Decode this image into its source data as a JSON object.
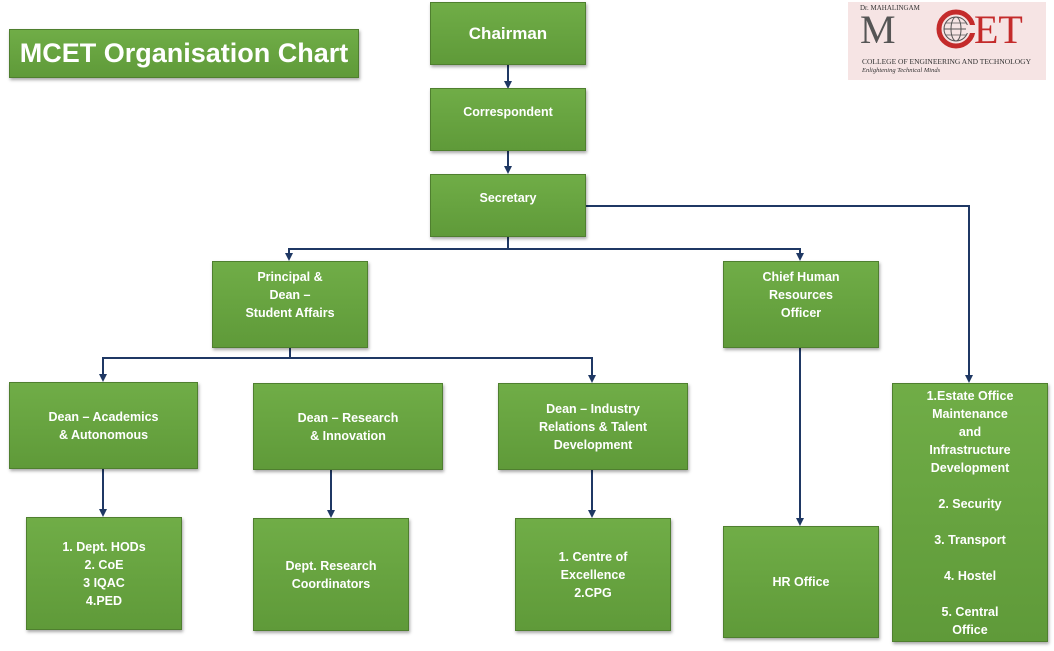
{
  "title": "MCET Organisation Chart",
  "logo": {
    "small_text": "Dr. MAHALINGAM",
    "letters_left": "M",
    "letters_right": "ET",
    "college_name": "COLLEGE OF ENGINEERING AND TECHNOLOGY",
    "tagline": "Enlightening Technical Minds"
  },
  "colors": {
    "box_fill": "#70ad47",
    "box_border": "#4f7f2f",
    "connector": "#1f3864",
    "text": "#ffffff"
  },
  "nodes": {
    "chairman": "Chairman",
    "correspondent": "Correspondent",
    "secretary": "Secretary",
    "principal": "Principal &\nDean –\nStudent Affairs",
    "chro": "Chief Human\nResources\nOfficer",
    "dean_academics": "Dean – Academics\n& Autonomous",
    "dean_research": "Dean – Research\n& Innovation",
    "dean_industry": "Dean – Industry\nRelations & Talent\nDevelopment",
    "estate": "1.Estate Office\nMaintenance\nand\nInfrastructure\nDevelopment\n\n2. Security\n\n3.  Transport\n\n4. Hostel\n\n5. Central\nOffice",
    "academics_units": "1. Dept. HODs\n2. CoE\n3 IQAC\n4.PED",
    "research_units": "Dept. Research\nCoordinators",
    "industry_units": "1. Centre of\nExcellence\n2.CPG",
    "hr_office": "HR Office"
  }
}
